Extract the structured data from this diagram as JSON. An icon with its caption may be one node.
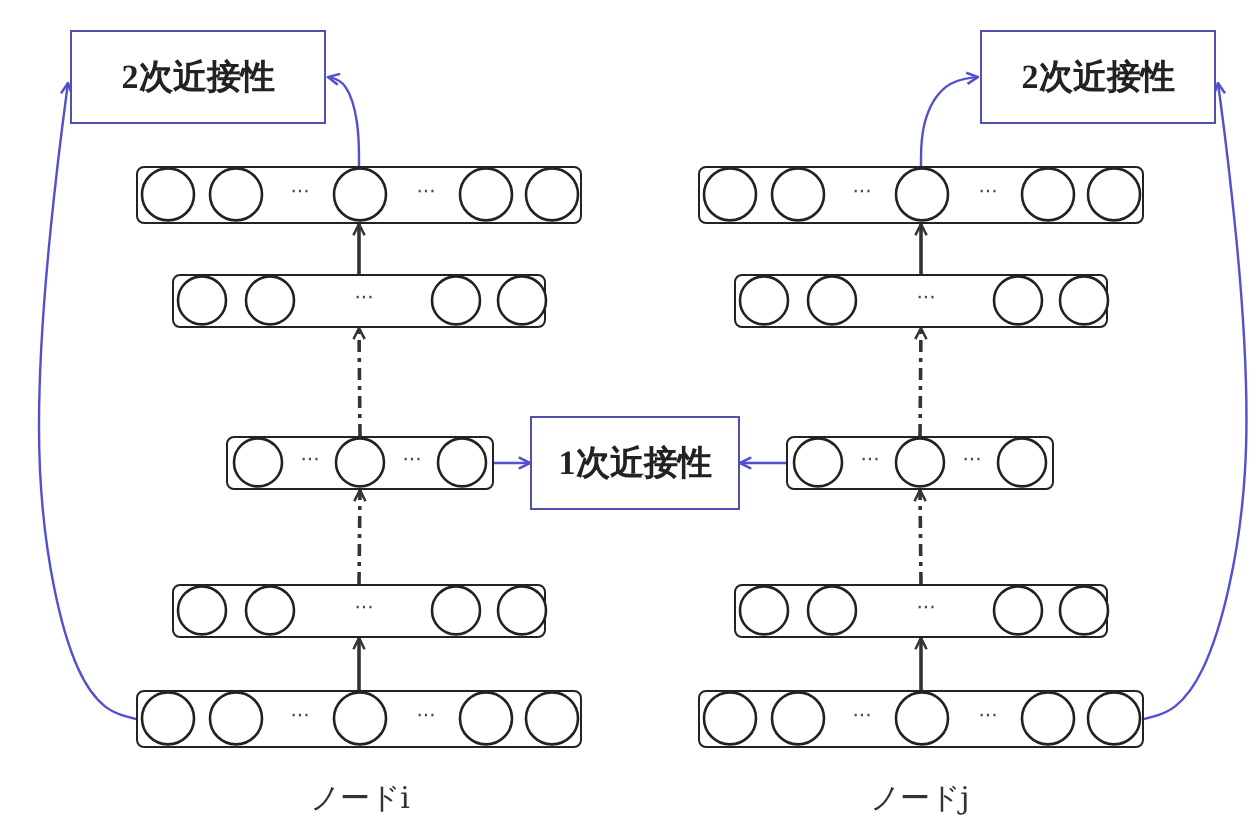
{
  "diagram": {
    "nodes": [
      {
        "text": [
          "2次近接性"
        ]
      },
      {
        "text": [
          "2次近接性"
        ]
      },
      {
        "text": [
          "···",
          "···"
        ]
      },
      {
        "text": [
          "···",
          "···"
        ]
      },
      {
        "text": [
          "···"
        ]
      },
      {
        "text": [
          "···"
        ]
      },
      {
        "text": [
          "···",
          "···"
        ]
      },
      {
        "text": [
          "1次近接性"
        ]
      },
      {
        "text": [
          "···",
          "···"
        ]
      },
      {
        "text": [
          "···"
        ]
      },
      {
        "text": [
          "···"
        ]
      },
      {
        "text": [
          "···",
          "···"
        ]
      },
      {
        "text": [
          "···",
          "···"
        ]
      }
    ],
    "edges": [
      {
        "from": 11,
        "to": 9,
        "arrow": "to"
      },
      {
        "from": 9,
        "to": 6,
        "arrow": "to",
        "style": "dashed"
      },
      {
        "from": 6,
        "to": 4,
        "arrow": "to",
        "style": "dashed"
      },
      {
        "from": 4,
        "to": 2,
        "arrow": "to"
      },
      {
        "from": 2,
        "to": 0,
        "arrow": "to",
        "color": "#5050d0"
      },
      {
        "from": 11,
        "to": 0,
        "arrow": "to",
        "color": "#5050d0"
      },
      {
        "from": 6,
        "to": 7,
        "arrow": "to",
        "color": "#5050d0"
      },
      {
        "from": 12,
        "to": 10,
        "arrow": "to"
      },
      {
        "from": 10,
        "to": 8,
        "arrow": "to",
        "style": "dashed"
      },
      {
        "from": 8,
        "to": 5,
        "arrow": "to",
        "style": "dashed"
      },
      {
        "from": 5,
        "to": 3,
        "arrow": "to"
      },
      {
        "from": 3,
        "to": 1,
        "arrow": "to",
        "color": "#5050d0"
      },
      {
        "from": 12,
        "to": 1,
        "arrow": "to",
        "color": "#5050d0"
      },
      {
        "from": 8,
        "to": 7,
        "arrow": "to",
        "color": "#5050d0"
      }
    ],
    "labels": [
      "ノードi",
      "ノードj"
    ]
  }
}
